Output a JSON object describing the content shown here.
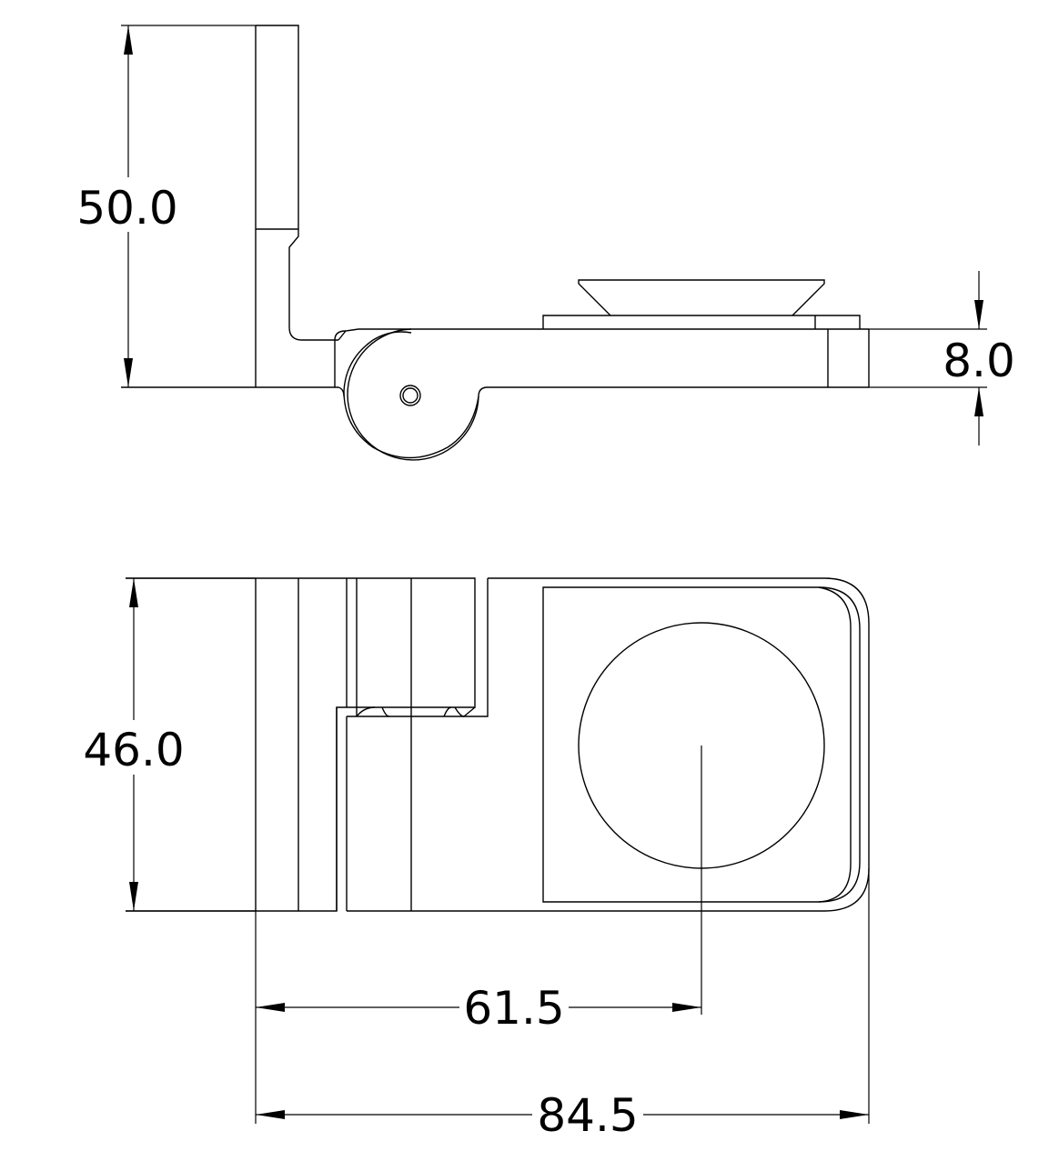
{
  "dimensions": {
    "side_view_height": "50.0",
    "side_view_thickness": "8.0",
    "top_view_width": "46.0",
    "center_offset": "61.5",
    "overall_length": "84.5"
  }
}
